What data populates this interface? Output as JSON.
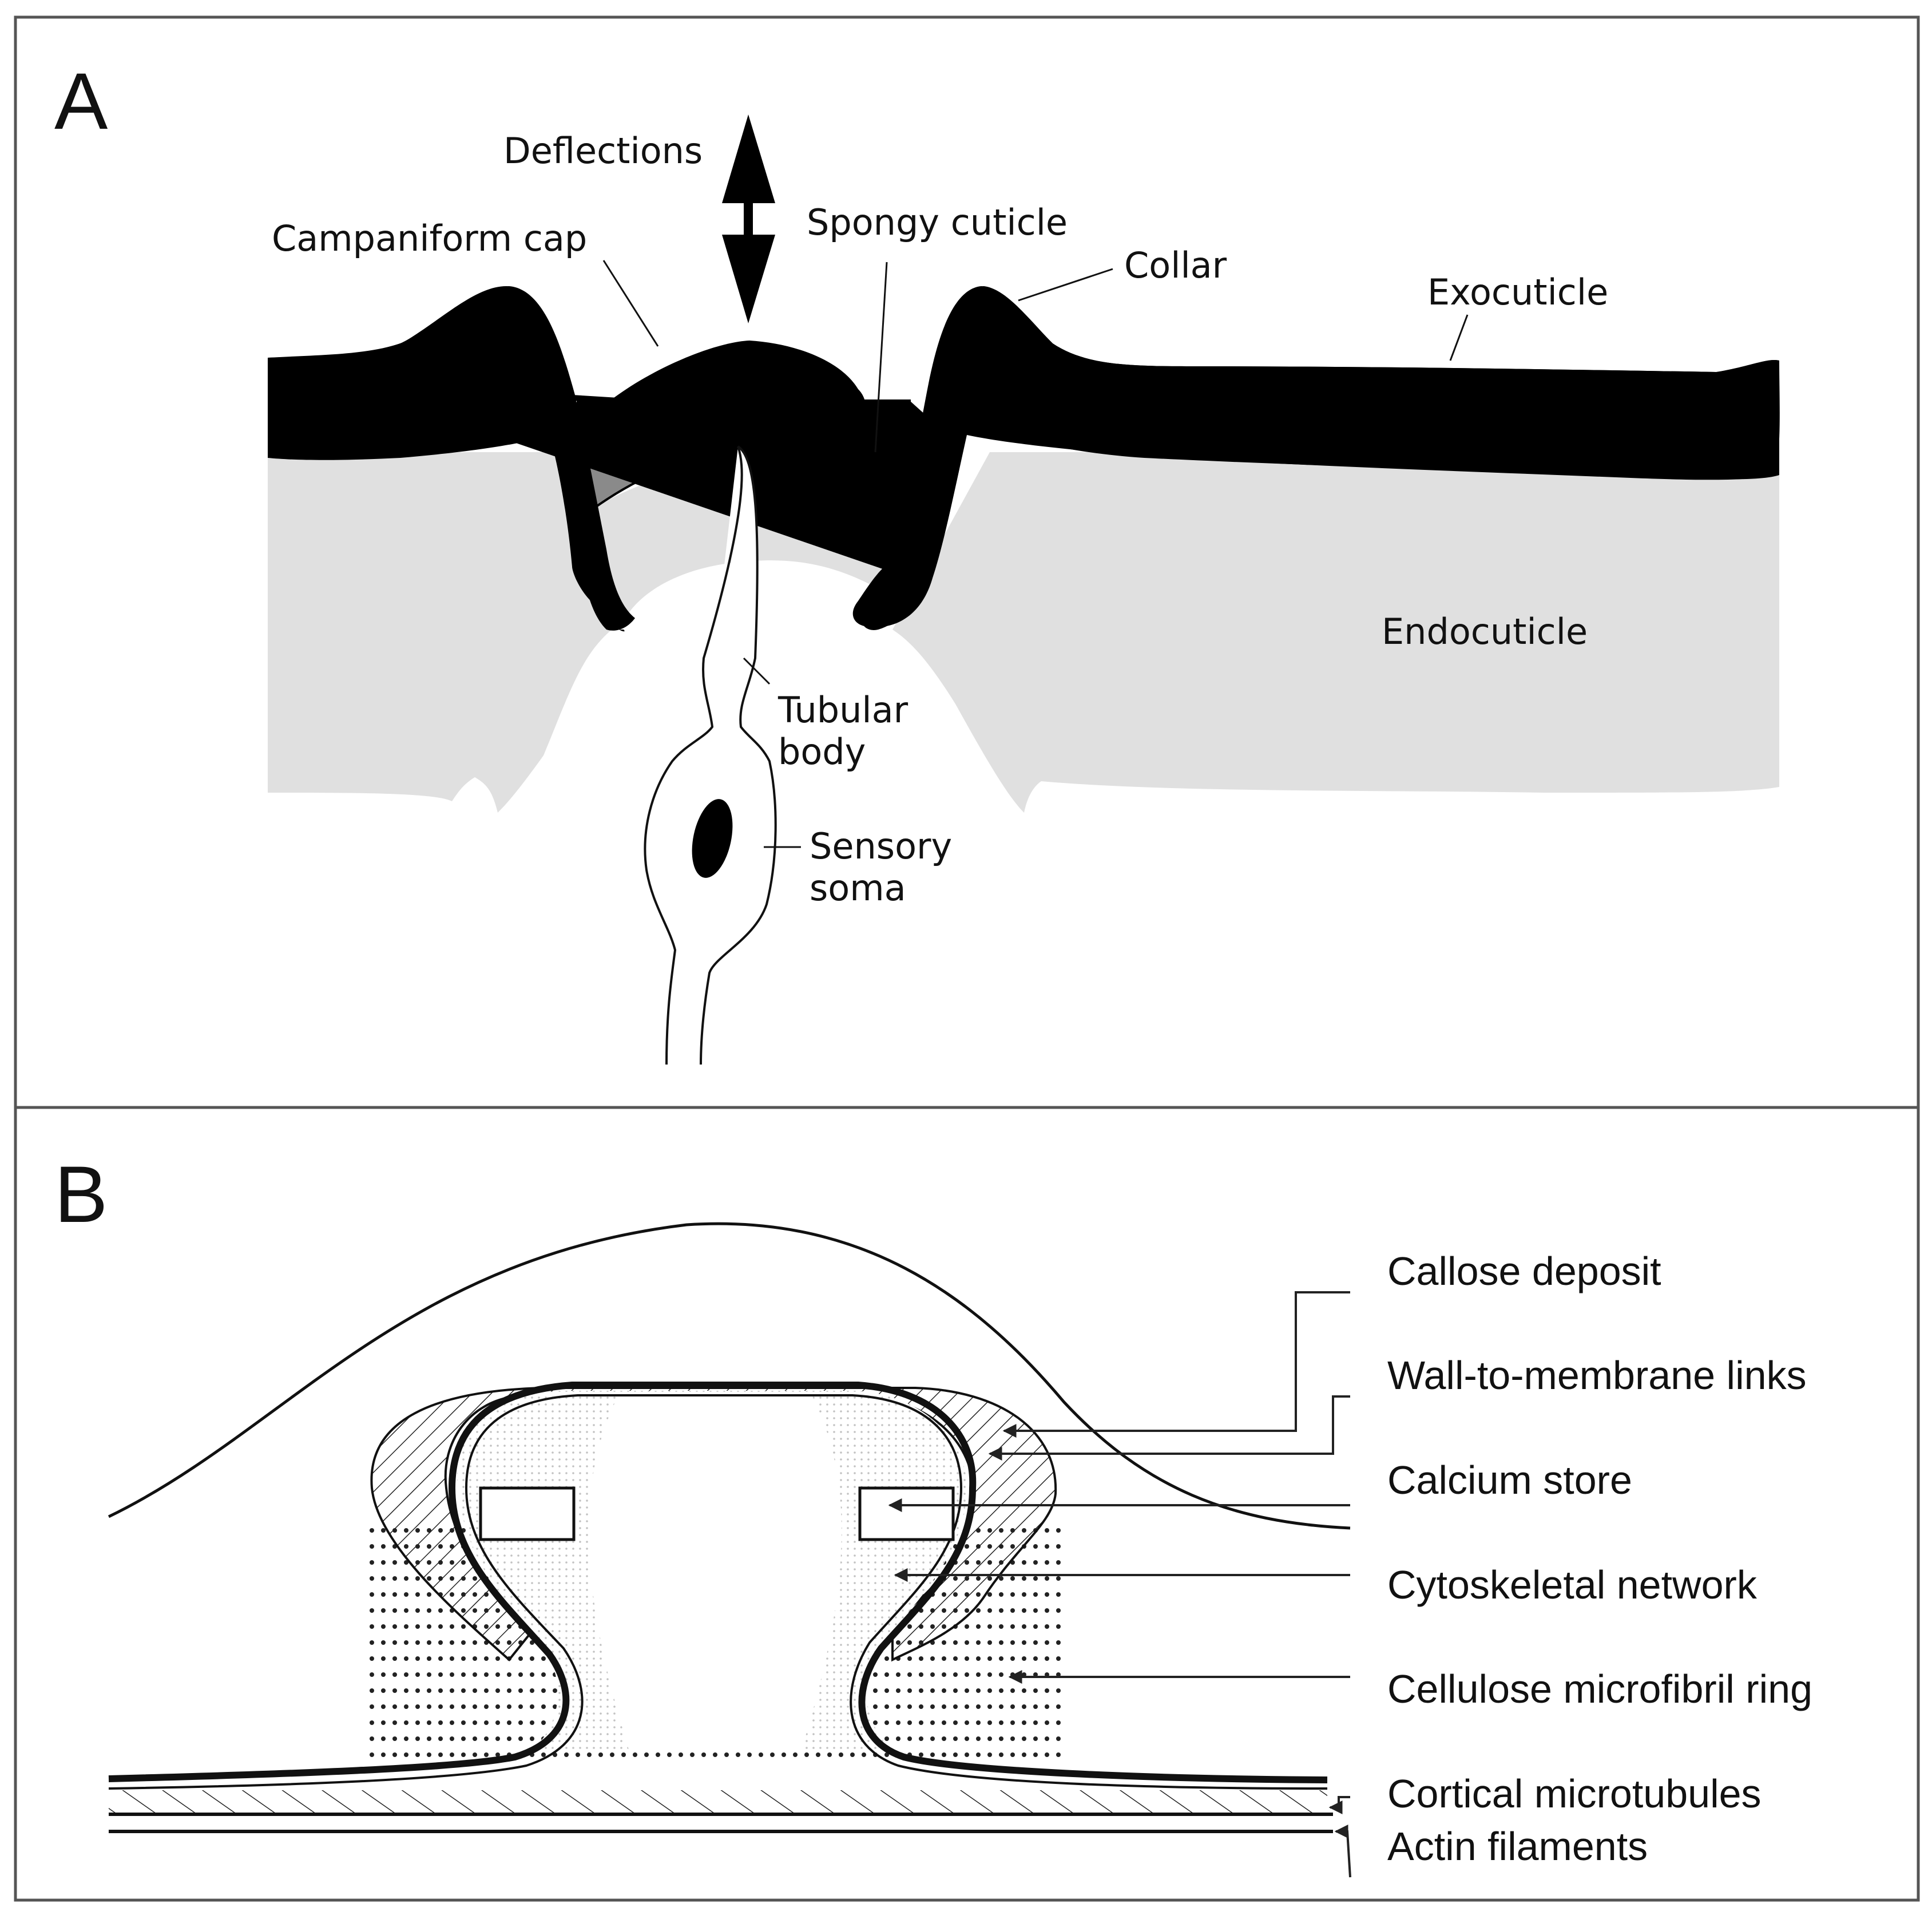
{
  "panel_a": {
    "letter": "A",
    "labels": {
      "deflections": "Deflections",
      "campaniform_cap": "Campaniform cap",
      "spongy_cuticle": "Spongy cuticle",
      "collar": "Collar",
      "exocuticle": "Exocuticle",
      "endocuticle": "Endocuticle",
      "tubular_body_1": "Tubular",
      "tubular_body_2": "body",
      "sensory_soma_1": "Sensory",
      "sensory_soma_2": "soma"
    }
  },
  "panel_b": {
    "letter": "B",
    "labels": {
      "callose_deposit": "Callose deposit",
      "wall_links": "Wall-to-membrane links",
      "calcium_store": "Calcium store",
      "cytoskeletal_network": "Cytoskeletal network",
      "cellulose_ring": "Cellulose microfibril ring",
      "cortical_microtubules": "Cortical microtubules",
      "actin_filaments": "Actin filaments"
    }
  },
  "colors": {
    "exocuticle": "#000000",
    "endocuticle": "#e0e0e0",
    "spongy_cuticle": "#8a8a8a",
    "border": "#555555"
  }
}
